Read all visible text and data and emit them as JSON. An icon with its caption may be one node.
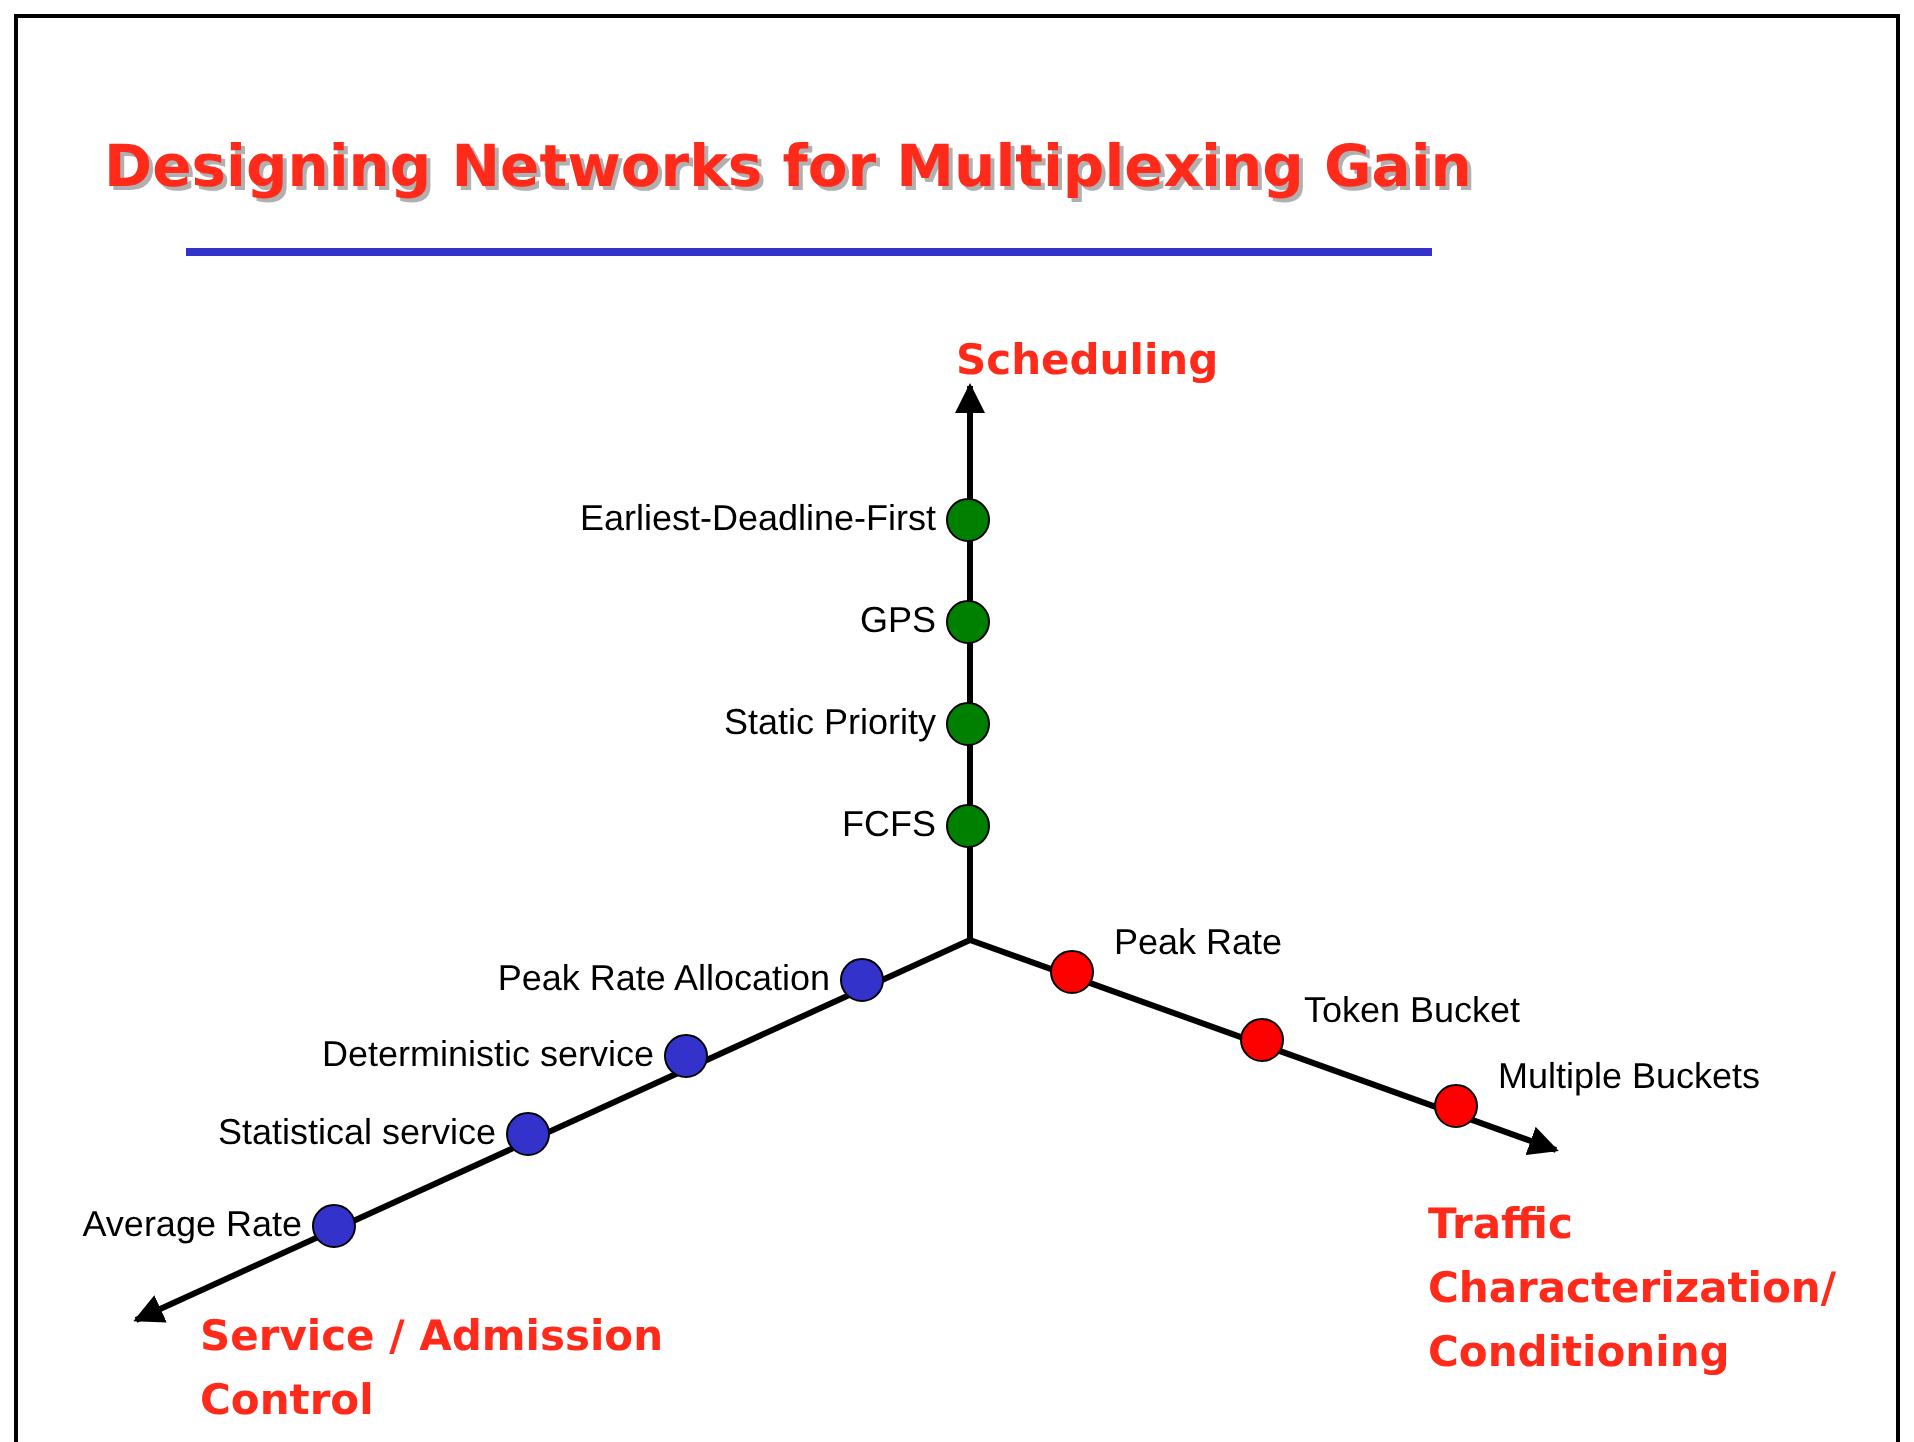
{
  "diagram": {
    "title": "Designing Networks for Multiplexing Gain",
    "nodes": [
      {
        "text": [
          "Scheduling"
        ]
      },
      {
        "text": [
          "Service / Admission Control"
        ]
      },
      {
        "text": [
          "Traffic Characterization/ Conditioning"
        ]
      },
      {
        "text": [],
        "shape": "circle",
        "beside": [
          "Earliest-Deadline-First"
        ]
      },
      {
        "text": [],
        "shape": "circle",
        "beside": [
          "GPS"
        ]
      },
      {
        "text": [],
        "shape": "circle",
        "beside": [
          "Static Priority"
        ]
      },
      {
        "text": [],
        "shape": "circle",
        "beside": [
          "FCFS"
        ]
      },
      {
        "text": [],
        "shape": "circle",
        "beside": [
          "Peak Rate Allocation"
        ]
      },
      {
        "text": [],
        "shape": "circle",
        "beside": [
          "Deterministic service"
        ]
      },
      {
        "text": [],
        "shape": "circle",
        "beside": [
          "Statistical service"
        ]
      },
      {
        "text": [],
        "shape": "circle",
        "beside": [
          "Average Rate"
        ]
      },
      {
        "text": [],
        "shape": "circle",
        "beside": [
          "Peak Rate"
        ]
      },
      {
        "text": [],
        "shape": "circle",
        "beside": [
          "Token Bucket"
        ]
      },
      {
        "text": [],
        "shape": "circle",
        "beside": [
          "Multiple Buckets"
        ]
      }
    ],
    "edges": [
      {
        "from": null,
        "to": 0,
        "arrow": "to"
      },
      {
        "from": null,
        "to": 1,
        "arrow": "to"
      },
      {
        "from": null,
        "to": 2,
        "arrow": "to"
      }
    ]
  }
}
